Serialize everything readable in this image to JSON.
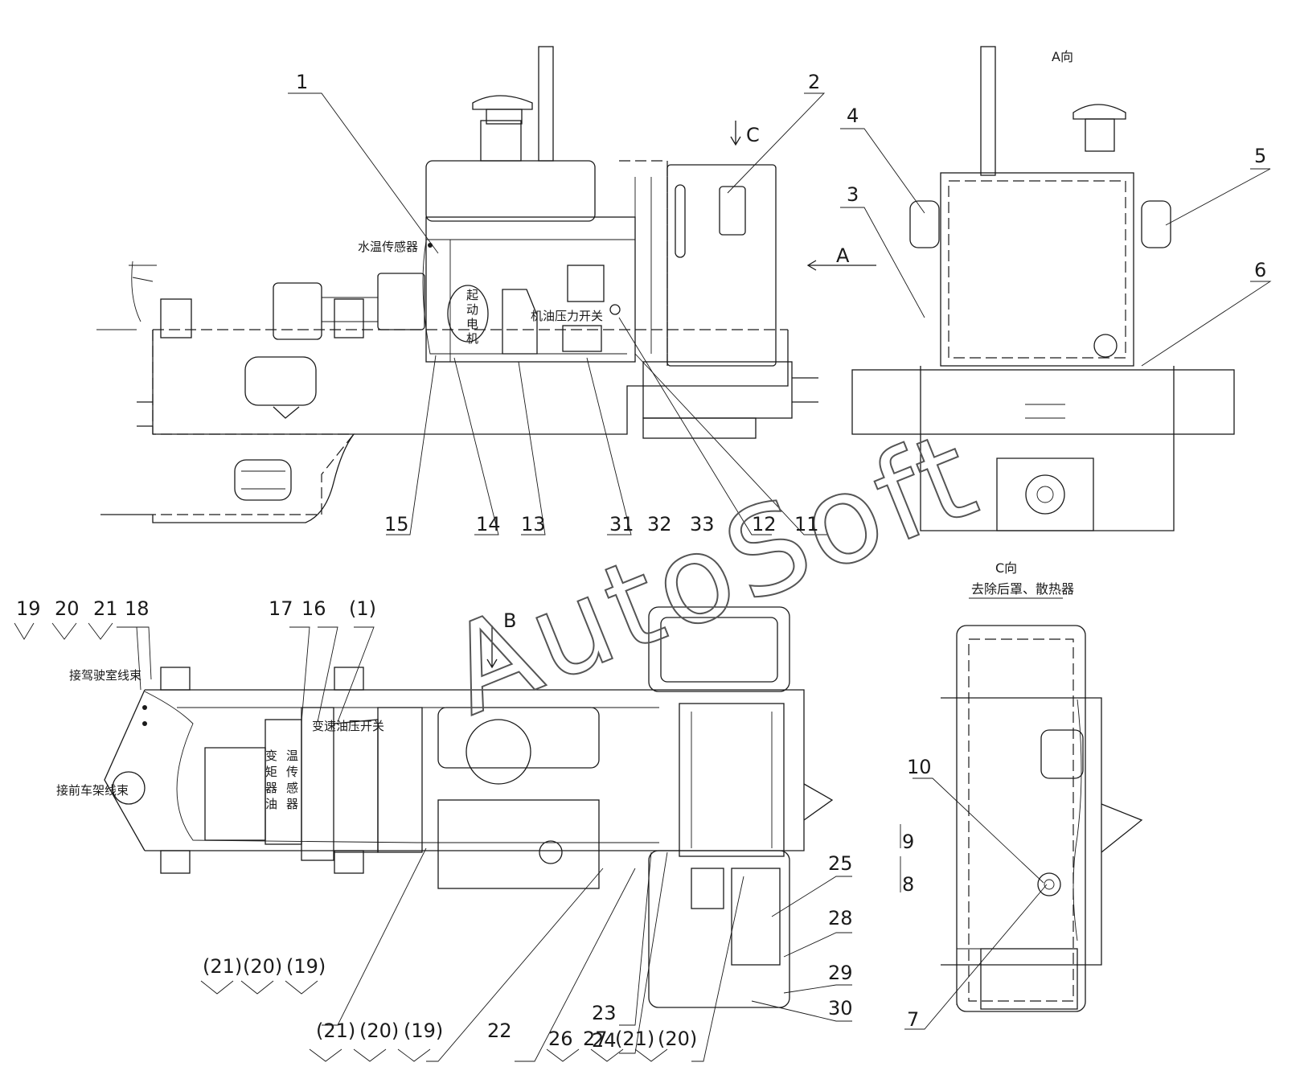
{
  "view_titles": {
    "view_a": "A向",
    "view_c": "C向",
    "view_c_note": "去除后罩、散热器",
    "arrow_a": "A",
    "arrow_b": "B",
    "arrow_c": "C"
  },
  "labels": {
    "water_temp_sensor": "水温传感器",
    "starter_motor_chars": [
      "起",
      "动",
      "电",
      "机"
    ],
    "oil_pressure_switch": "机油压力开关",
    "to_cab_harness": "接驾驶室线束",
    "to_front_frame_harness": "接前车架线束",
    "trans_oil_pressure_switch": "变速油压开关",
    "torque_conv_chars": [
      "变",
      "矩",
      "器",
      "油"
    ],
    "temp_sensor_chars": [
      "温",
      "传",
      "感",
      "器"
    ]
  },
  "callouts": {
    "c1": "1",
    "c2": "2",
    "c3": "3",
    "c4": "4",
    "c5": "5",
    "c6": "6",
    "c7": "7",
    "c8": "8",
    "c9": "9",
    "c10": "10",
    "c11": "11",
    "c12": "12",
    "c13": "13",
    "c14": "14",
    "c15": "15",
    "c16": "16",
    "c17": "17",
    "c18": "18",
    "c19": "19",
    "c20": "20",
    "c21": "21",
    "c22": "22",
    "c23": "23",
    "c24": "24",
    "c25": "25",
    "c26": "26",
    "c27": "27",
    "c28": "28",
    "c29": "29",
    "c30": "30",
    "c31": "31",
    "c32": "32",
    "c33": "33",
    "p1": "(1)",
    "p19": "(19)",
    "p20": "(20)",
    "p21": "(21)"
  },
  "watermark": "AutoSoft"
}
